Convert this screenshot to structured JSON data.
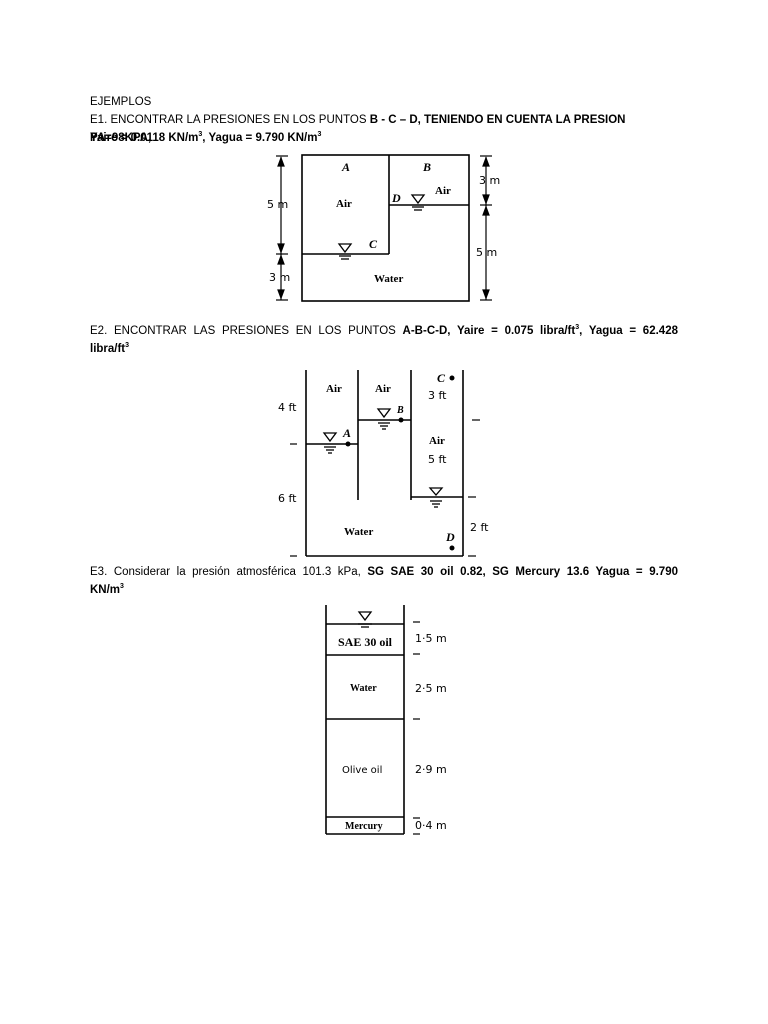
{
  "heading": "EJEMPLOS",
  "e1": {
    "line1_normal": "E1. ENCONTRAR LA PRESIONES EN LOS PUNTOS ",
    "line1_bold": "B - C – D, TENIENDO EN CUENTA LA PRESION PA=98KPA,",
    "yaire_label": "Yaire = 0.0118 KN/m",
    "yaire_sup": "3",
    "sep": ", ",
    "yagua_label": "Yagua = 9.790 KN/m",
    "yagua_sup": "3",
    "figure": {
      "point_a": "A",
      "point_b": "B",
      "point_c": "C",
      "point_d": "D",
      "air_left": "Air",
      "air_right": "Air",
      "water": "Water",
      "dim_5m_left": "5 m",
      "dim_3m_left": "3 m",
      "dim_3m_right": "3 m",
      "dim_5m_right": "5 m"
    }
  },
  "e2": {
    "line_normal": "E2. ENCONTRAR LAS PRESIONES EN LOS PUNTOS ",
    "points_bold": "A-B-C-D,",
    "yaire_label": "Yaire = 0.075 libra/ft",
    "yaire_sup": "3",
    "sep": ",",
    "yagua_label": "Yagua = 62.428",
    "line2": "libra/ft",
    "line2_sup": "3",
    "figure": {
      "air1": "Air",
      "air2": "Air",
      "air3": "Air",
      "dim_3ft": "3 ft",
      "dim_5ft": "5 ft",
      "dim_4ft": "4 ft",
      "dim_6ft": "6 ft",
      "dim_2ft": "2 ft",
      "point_a": "A",
      "point_b": "B",
      "point_c": "C",
      "point_d": "D",
      "water": "Water"
    }
  },
  "e3": {
    "line_normal": "E3. Considerar la presión atmosférica 101.3 kPa, ",
    "bold": "SG SAE 30 oil 0.82, SG Mercury 13.6  Yagua = 9.790",
    "line2": "KN/m",
    "line2_sup": "3",
    "figure": {
      "layer1": "SAE 30 oil",
      "dim1": "1·5 m",
      "layer2": "Water",
      "dim2": "2·5 m",
      "layer3": "Olive oil",
      "dim3": "2·9 m",
      "layer4": "Mercury",
      "dim4": "0·4 m"
    }
  }
}
